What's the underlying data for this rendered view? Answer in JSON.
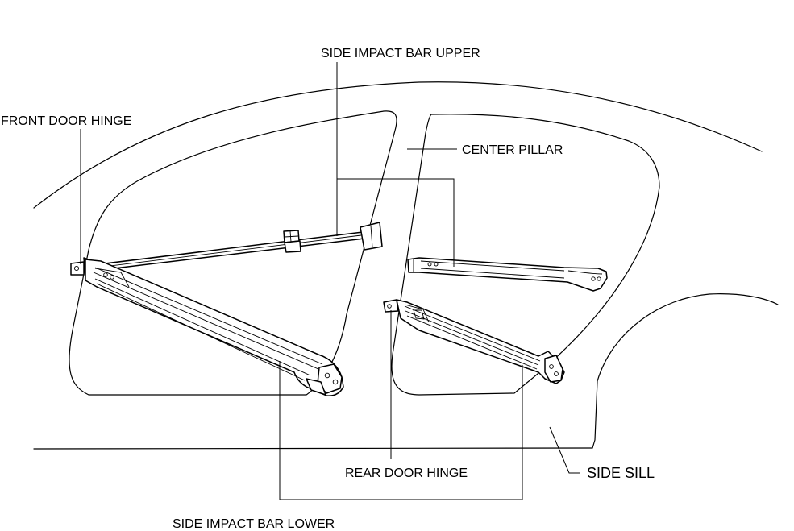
{
  "labels": {
    "side_impact_bar_upper": "SIDE IMPACT BAR UPPER",
    "front_door_hinge": "FRONT DOOR HINGE",
    "center_pillar": "CENTER PILLAR",
    "rear_door_hinge": "REAR DOOR HINGE",
    "side_sill": "SIDE SILL",
    "side_impact_bar_lower": "SIDE IMPACT BAR LOWER"
  }
}
